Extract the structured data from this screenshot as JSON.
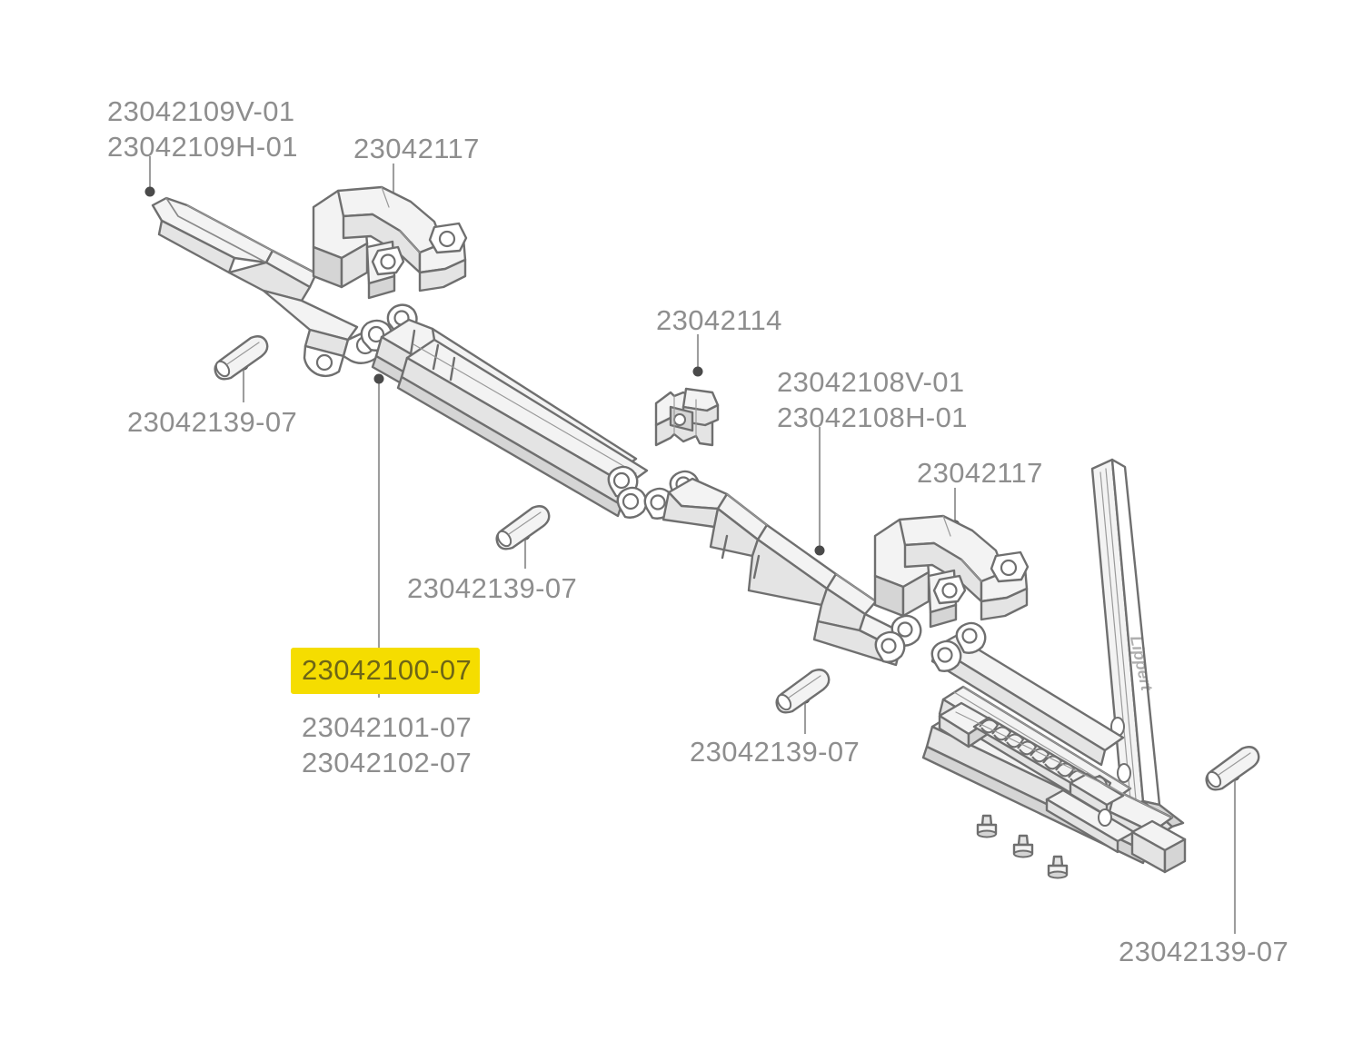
{
  "document": {
    "type": "exploded-parts-diagram",
    "background_color": "#ffffff",
    "line_color": "#6f6f6f",
    "label_color": "#8e8e8e",
    "highlight_color": "#f5dd00",
    "highlight_text_color": "#6e6616"
  },
  "labels": {
    "arm_left_v": "23042109V-01",
    "arm_left_h": "23042109H-01",
    "bracket_left": "23042117",
    "pin_upper_left": "23042139-07",
    "pin_center_left": "23042139-07",
    "clip_center": "23042114",
    "arm_right_v": "23042108V-01",
    "arm_right_h": "23042108H-01",
    "bracket_right": "23042117",
    "rail_highlighted": "23042100-07",
    "rail_alt_1": "23042101-07",
    "rail_alt_2": "23042102-07",
    "pin_center_right": "23042139-07",
    "pin_bottom_right": "23042139-07"
  },
  "parts": [
    {
      "name": "upper-left-link-arm",
      "label_key": "arm_left_v"
    },
    {
      "name": "left-bracket-clamp",
      "label_key": "bracket_left"
    },
    {
      "name": "upper-left-roll-pin",
      "label_key": "pin_upper_left"
    },
    {
      "name": "center-long-rail",
      "label_key": "rail_highlighted"
    },
    {
      "name": "center-roll-pin",
      "label_key": "pin_center_left"
    },
    {
      "name": "center-retaining-clip",
      "label_key": "clip_center"
    },
    {
      "name": "right-link-arm",
      "label_key": "arm_right_v"
    },
    {
      "name": "right-bracket-clamp",
      "label_key": "bracket_right"
    },
    {
      "name": "right-roll-pin",
      "label_key": "pin_center_right"
    },
    {
      "name": "lower-right-roll-pin",
      "label_key": "pin_bottom_right"
    },
    {
      "name": "stand-post-assembly",
      "label_key": null
    },
    {
      "name": "coil-spring",
      "label_key": null
    },
    {
      "name": "rivet-fastener",
      "label_key": null
    }
  ]
}
